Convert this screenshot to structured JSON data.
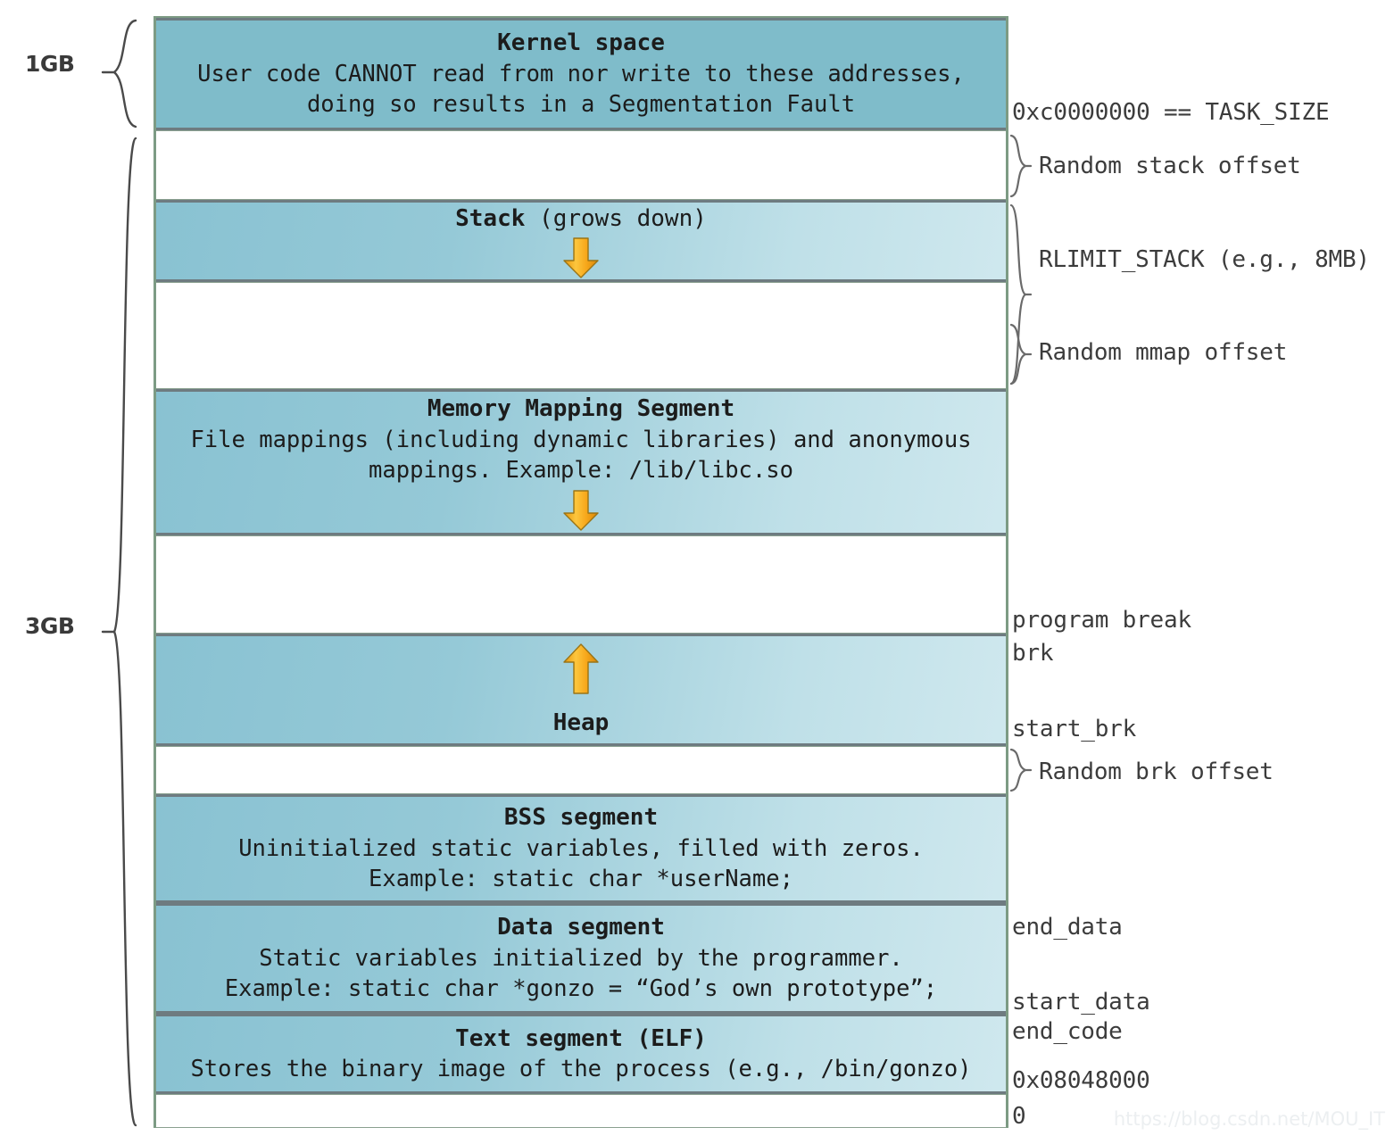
{
  "diagram": {
    "title": "Linux process virtual memory layout",
    "watermark": "https://blog.csdn.net/MOU_IT",
    "colors": {
      "kernel_fill": "#7fbcca",
      "segment_fill_left": "#89c2d2",
      "segment_fill_right": "#cfe8ee",
      "segment_border": "#6e7b80",
      "frame_border": "#7d9b84",
      "arrow_fill": "#f5a623",
      "text": "#1c1c1c"
    }
  },
  "size_braces": [
    {
      "label": "1GB",
      "name": "kernel-size-brace"
    },
    {
      "label": "3GB",
      "name": "user-size-brace"
    }
  ],
  "blocks": [
    {
      "id": "kernel-space",
      "kind": "kernel",
      "title": "Kernel space",
      "lines": [
        "User code CANNOT read from nor write to these addresses,",
        "doing so results in a Segmentation Fault"
      ],
      "arrow": "none"
    },
    {
      "id": "random-stack-gap",
      "kind": "empty",
      "title": "",
      "lines": [],
      "arrow": "none"
    },
    {
      "id": "stack",
      "kind": "filled",
      "title": "Stack",
      "title_suffix": "(grows down)",
      "lines": [],
      "arrow": "down"
    },
    {
      "id": "stack-mmap-gap",
      "kind": "empty",
      "title": "",
      "lines": [],
      "arrow": "none"
    },
    {
      "id": "memory-mapping-segment",
      "kind": "filled",
      "title": "Memory Mapping Segment",
      "lines": [
        "File mappings (including dynamic libraries) and anonymous",
        "mappings. Example: /lib/libc.so"
      ],
      "arrow": "down"
    },
    {
      "id": "mmap-heap-gap",
      "kind": "empty",
      "title": "",
      "lines": [],
      "arrow": "none"
    },
    {
      "id": "heap",
      "kind": "filled",
      "title": "Heap",
      "lines": [],
      "arrow": "up"
    },
    {
      "id": "random-brk-gap",
      "kind": "empty",
      "title": "",
      "lines": [],
      "arrow": "none"
    },
    {
      "id": "bss-segment",
      "kind": "filled",
      "title": "BSS segment",
      "lines": [
        "Uninitialized static variables, filled with zeros.",
        "Example: static char *userName;"
      ],
      "arrow": "none"
    },
    {
      "id": "data-segment",
      "kind": "filled",
      "title": "Data segment",
      "lines": [
        "Static variables initialized by the programmer.",
        "Example: static char *gonzo = “God’s own prototype”;"
      ],
      "arrow": "none"
    },
    {
      "id": "text-segment",
      "kind": "filled",
      "title": "Text segment (ELF)",
      "lines": [
        "Stores the binary image of the process (e.g., /bin/gonzo)"
      ],
      "arrow": "none"
    },
    {
      "id": "zero-page-gap",
      "kind": "empty",
      "title": "",
      "lines": [],
      "arrow": "none"
    }
  ],
  "annotations": [
    {
      "id": "task-size",
      "text": "0xc0000000 == TASK_SIZE",
      "brace": false
    },
    {
      "id": "random-stack-offset",
      "text": "Random stack offset",
      "brace": true
    },
    {
      "id": "rlimit-stack",
      "text": "RLIMIT_STACK (e.g., 8MB)",
      "brace": true
    },
    {
      "id": "random-mmap-offset",
      "text": "Random mmap offset",
      "brace": true
    },
    {
      "id": "program-break",
      "text": "program break",
      "brace": false
    },
    {
      "id": "brk",
      "text": "brk",
      "brace": false
    },
    {
      "id": "start-brk",
      "text": "start_brk",
      "brace": false
    },
    {
      "id": "random-brk-offset",
      "text": "Random brk offset",
      "brace": true
    },
    {
      "id": "end-data",
      "text": "end_data",
      "brace": false
    },
    {
      "id": "start-data",
      "text": "start_data",
      "brace": false
    },
    {
      "id": "end-code",
      "text": "end_code",
      "brace": false
    },
    {
      "id": "text-base-address",
      "text": "0x08048000",
      "brace": false
    },
    {
      "id": "null-address",
      "text": "0",
      "brace": false
    }
  ]
}
